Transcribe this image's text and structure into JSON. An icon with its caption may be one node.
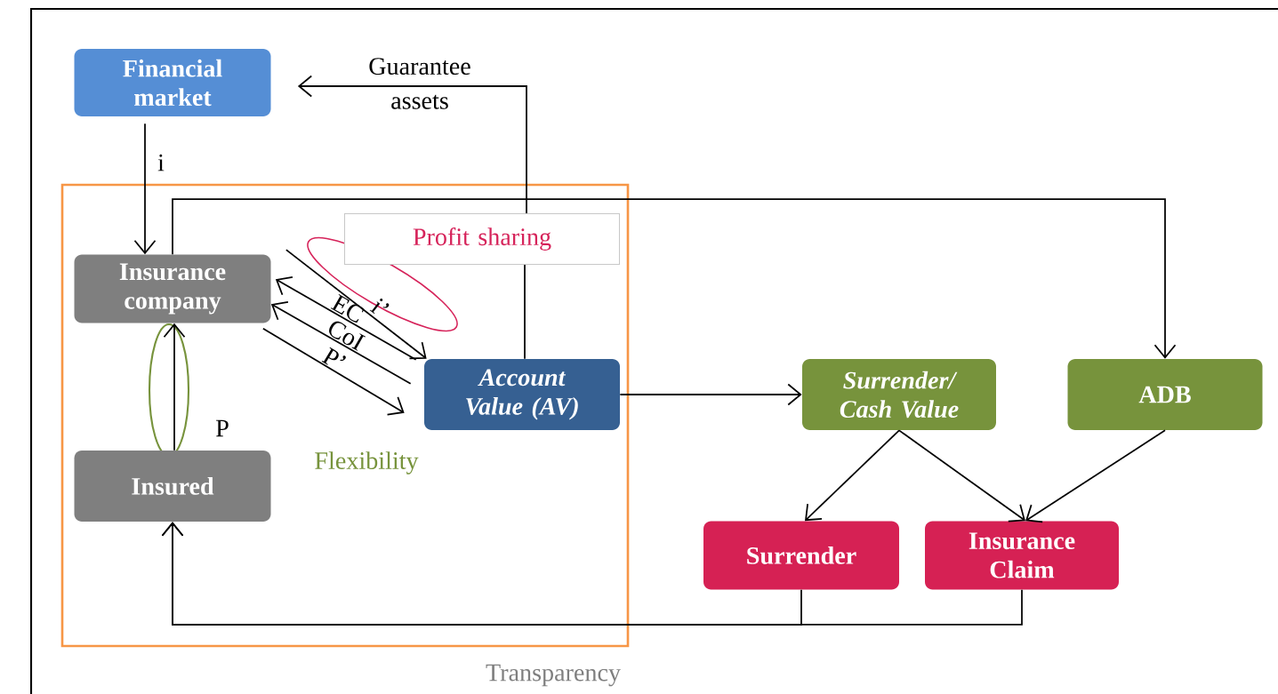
{
  "diagram": {
    "nodes": [
      {
        "text": [
          "Financial market"
        ]
      },
      {
        "text": [
          "Transparency"
        ]
      },
      {
        "text": [
          "Insurance company"
        ],
        "in": 1
      },
      {
        "text": [
          "Profit sharing"
        ],
        "in": 1
      },
      {
        "text": [
          "Account Value (AV)"
        ],
        "in": 1
      },
      {
        "text": [
          "Insured"
        ],
        "in": 1
      },
      {
        "text": [
          "Surrender/ Cash Value"
        ]
      },
      {
        "text": [
          "ADB"
        ]
      },
      {
        "text": [
          "Surrender"
        ]
      },
      {
        "text": [
          "Insurance Claim"
        ]
      }
    ],
    "edges": [
      {
        "from": 0,
        "to": 2,
        "arrow": "to",
        "label": "i"
      },
      {
        "from": 3,
        "to": 0,
        "arrow": "to",
        "label": "Guarantee assets"
      },
      {
        "from": 4,
        "to": 3,
        "arrow": "none"
      },
      {
        "from": 2,
        "to": 4,
        "arrow": "to",
        "label": "i’"
      },
      {
        "from": 4,
        "to": 2,
        "arrow": "to",
        "label": "EC"
      },
      {
        "from": 4,
        "to": 2,
        "arrow": "to",
        "label": "CoI"
      },
      {
        "from": 2,
        "to": 4,
        "arrow": "to",
        "label": "P’"
      },
      {
        "from": 5,
        "to": 2,
        "arrow": "to",
        "label": "P"
      },
      {
        "from": 2,
        "to": 7,
        "arrow": "to"
      },
      {
        "from": 4,
        "to": 6,
        "arrow": "to"
      },
      {
        "from": 6,
        "to": 8,
        "arrow": "to"
      },
      {
        "from": 6,
        "to": 9,
        "arrow": "to"
      },
      {
        "from": 7,
        "to": 9,
        "arrow": "to"
      },
      {
        "from": 8,
        "to": 5,
        "arrow": "to"
      },
      {
        "from": 9,
        "to": 5,
        "arrow": "to"
      }
    ],
    "labels": [
      "Flexibility"
    ]
  }
}
